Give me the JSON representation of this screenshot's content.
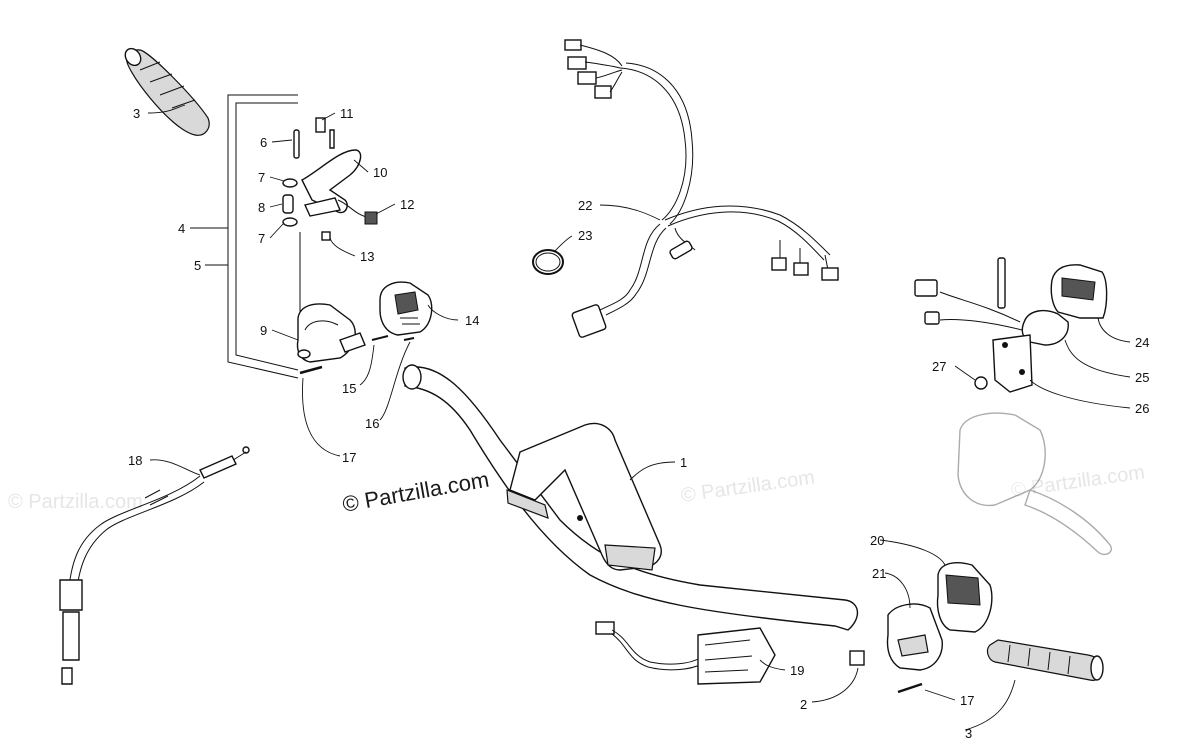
{
  "diagram": {
    "watermark_main": "© Partzilla.com",
    "watermark_faint": "© Partzilla.com",
    "labels": {
      "l1": "1",
      "l2": "2",
      "l3a": "3",
      "l3b": "3",
      "l4": "4",
      "l5": "5",
      "l6": "6",
      "l7a": "7",
      "l7b": "7",
      "l8": "8",
      "l9": "9",
      "l10": "10",
      "l11": "11",
      "l12": "12",
      "l13": "13",
      "l14": "14",
      "l15": "15",
      "l16": "16",
      "l17a": "17",
      "l17b": "17",
      "l18": "18",
      "l19": "19",
      "l20": "20",
      "l21": "21",
      "l22": "22",
      "l23": "23",
      "l24": "24",
      "l25": "25",
      "l26": "26",
      "l27": "27"
    }
  }
}
